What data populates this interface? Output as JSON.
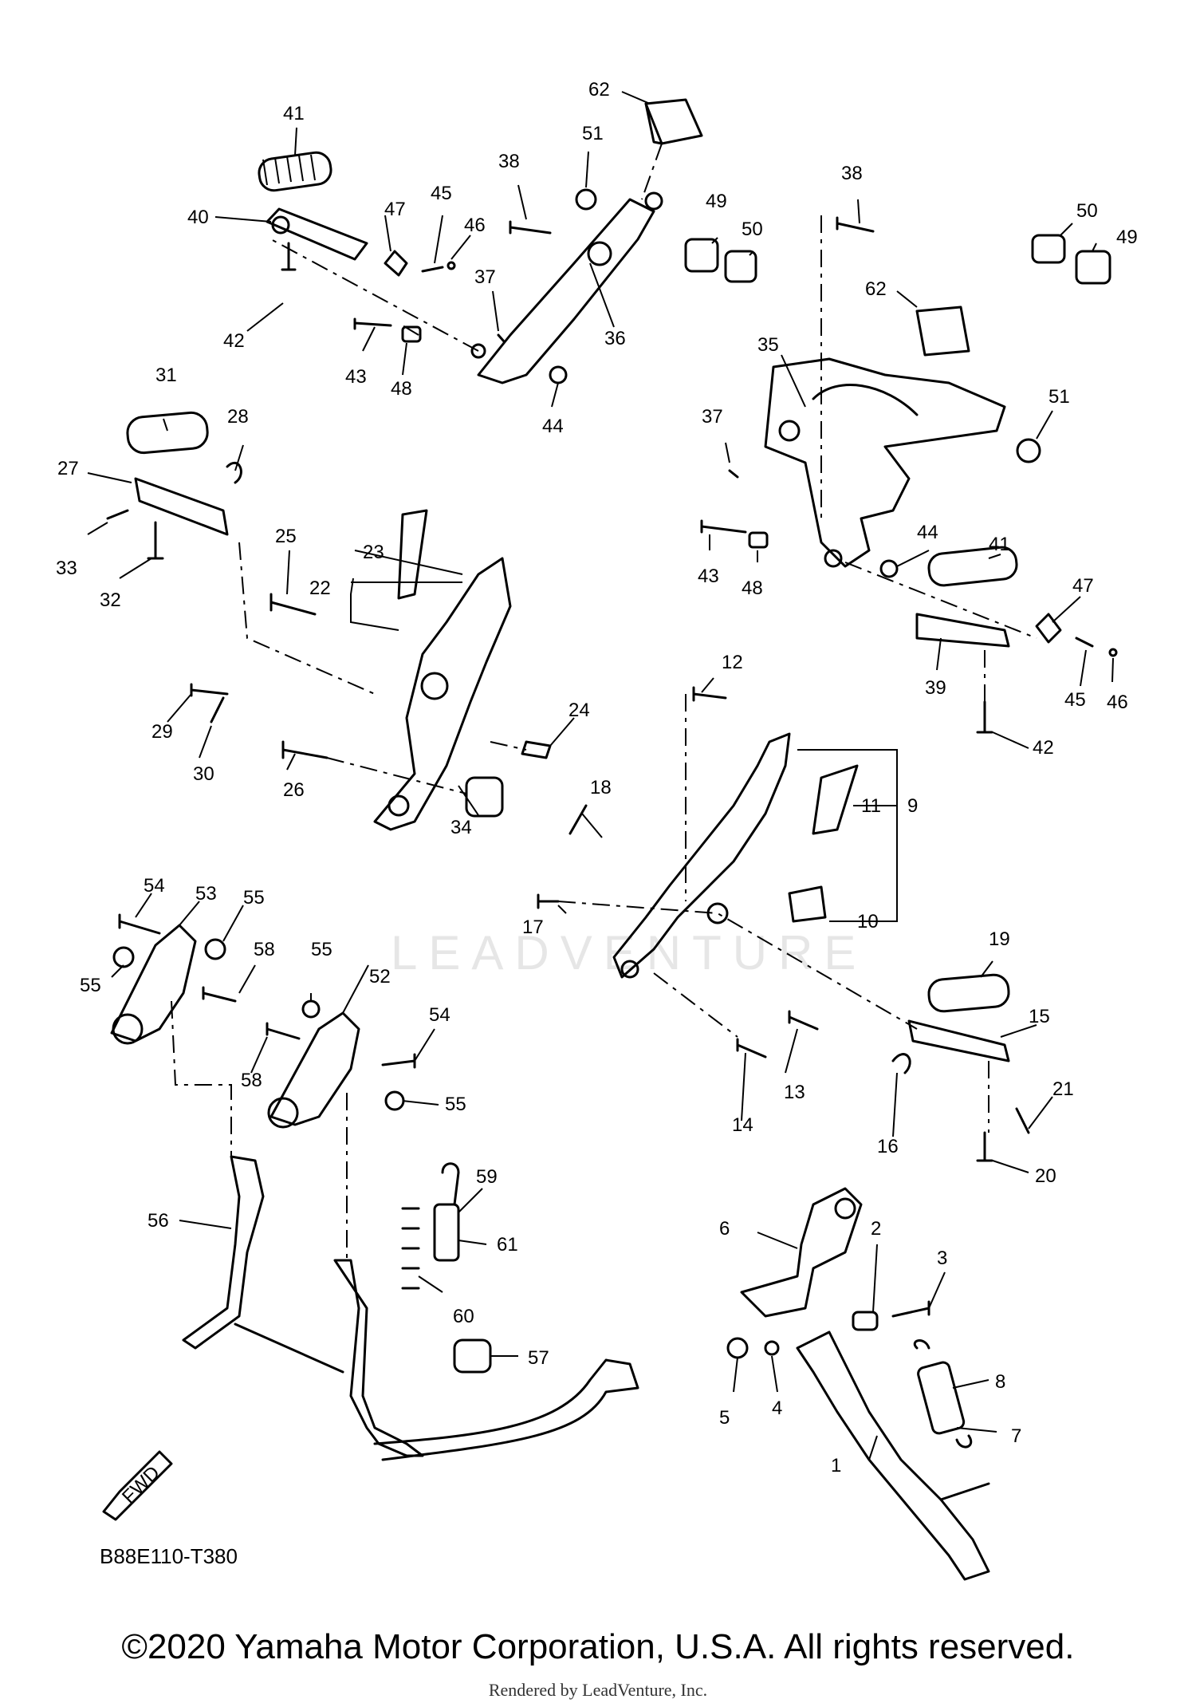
{
  "diagram": {
    "code": "B88E110-T380",
    "fwd_label": "FWD",
    "watermark": "LEADVENTURE",
    "callouts": {
      "c1": "1",
      "c2": "2",
      "c3": "3",
      "c4": "4",
      "c5": "5",
      "c6": "6",
      "c7": "7",
      "c8": "8",
      "c9": "9",
      "c10": "10",
      "c11": "11",
      "c12": "12",
      "c13": "13",
      "c14": "14",
      "c15": "15",
      "c16": "16",
      "c17": "17",
      "c18": "18",
      "c19": "19",
      "c20": "20",
      "c21": "21",
      "c22": "22",
      "c23": "23",
      "c24": "24",
      "c25": "25",
      "c26": "26",
      "c27": "27",
      "c28": "28",
      "c29": "29",
      "c30": "30",
      "c31": "31",
      "c32": "32",
      "c33": "33",
      "c34": "34",
      "c35": "35",
      "c36": "36",
      "c37": "37",
      "c38": "38",
      "c39": "39",
      "c40": "40",
      "c41": "41",
      "c42": "42",
      "c43": "43",
      "c44": "44",
      "c45": "45",
      "c46": "46",
      "c47": "47",
      "c48": "48",
      "c49": "49",
      "c50": "50",
      "c51": "51",
      "c52": "52",
      "c53": "53",
      "c54": "54",
      "c55": "55",
      "c56": "56",
      "c57": "57",
      "c58": "58",
      "c59": "59",
      "c60": "60",
      "c61": "61",
      "c62": "62"
    }
  },
  "footer": {
    "copyright": "©2020 Yamaha Motor Corporation, U.S.A. All rights reserved.",
    "rendered_by": "Rendered by LeadVenture, Inc."
  }
}
